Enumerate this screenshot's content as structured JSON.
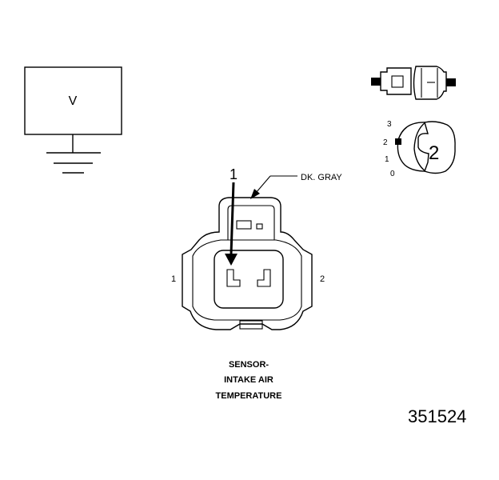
{
  "voltmeter": {
    "symbol": "V"
  },
  "connector": {
    "pin_callout": "1",
    "wire_color": "DK. GRAY",
    "left_pin_label": "1",
    "right_pin_label": "2"
  },
  "caption": {
    "line1": "SENSOR-",
    "line2": "INTAKE AIR",
    "line3": "TEMPERATURE"
  },
  "inset": {
    "dial_3": "3",
    "dial_2": "2",
    "dial_1": "1",
    "dial_0": "0",
    "position_number": "2"
  },
  "diagram_id": "351524"
}
